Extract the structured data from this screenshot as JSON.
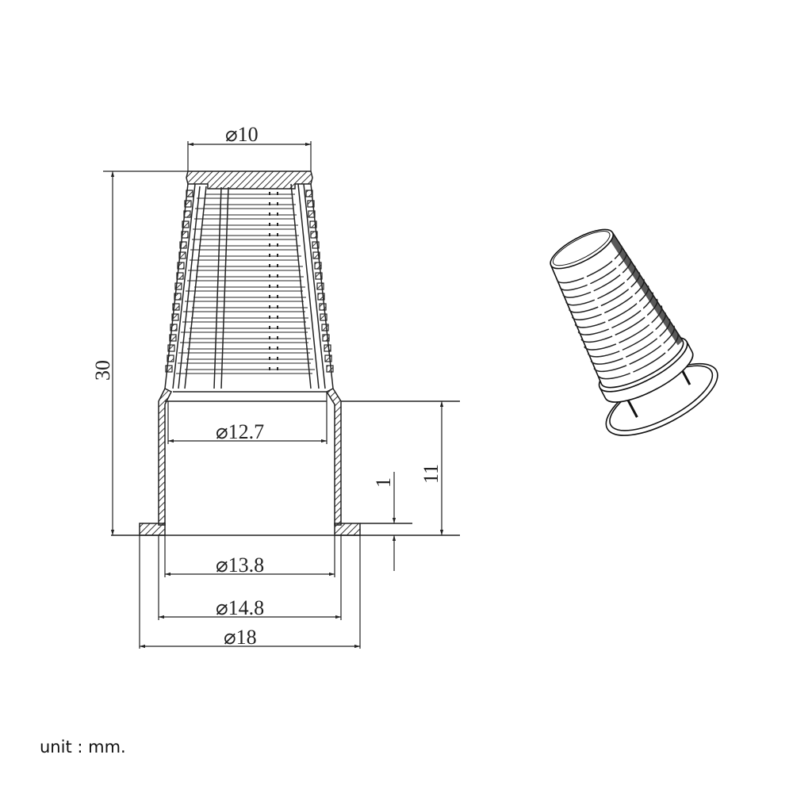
{
  "diagram": {
    "type": "technical-drawing",
    "subject": "conical mesh filter strainer",
    "views": [
      "cross-section",
      "isometric-3d"
    ]
  },
  "dimensions": {
    "top_diameter": "⌀10",
    "inner_diameter": "⌀12.7",
    "base_inner_diameter": "⌀13.8",
    "base_outer_diameter": "⌀14.8",
    "flange_diameter": "⌀18",
    "total_height": "30",
    "base_height": "11",
    "flange_thickness": "1"
  },
  "footer": {
    "unit_label": "unit : mm."
  },
  "colors": {
    "line": "#222222",
    "hatch": "#333333",
    "background": "#ffffff"
  }
}
